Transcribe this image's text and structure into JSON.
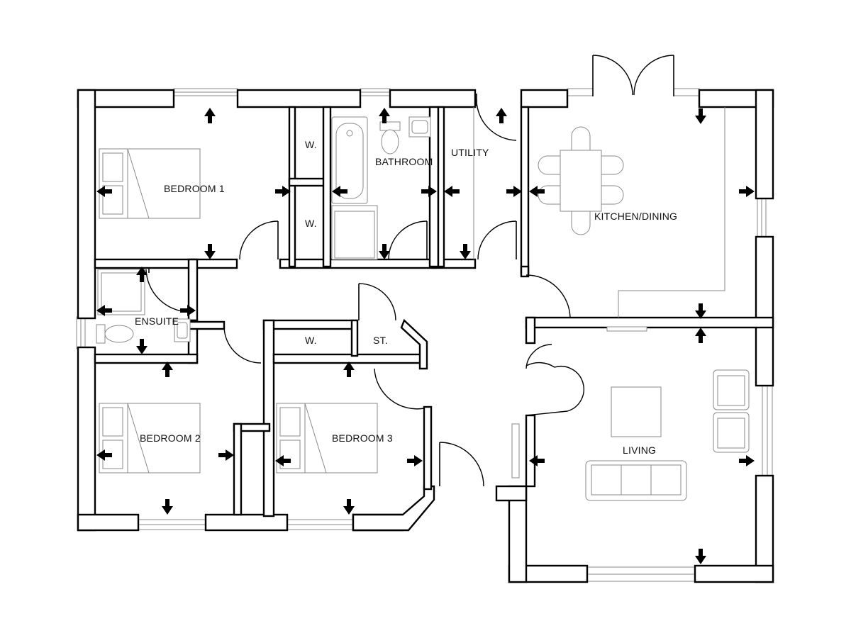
{
  "rooms": {
    "bedroom1": "BEDROOM 1",
    "bedroom2": "BEDROOM 2",
    "bedroom3": "BEDROOM 3",
    "ensuite": "ENSUITE",
    "bathroom": "BATHROOM",
    "utility": "UTILITY",
    "kitchen_dining": "KITCHEN/DINING",
    "living": "LIVING",
    "wardrobe_1": "W.",
    "wardrobe_2": "W.",
    "wardrobe_3": "W.",
    "store": "ST."
  }
}
